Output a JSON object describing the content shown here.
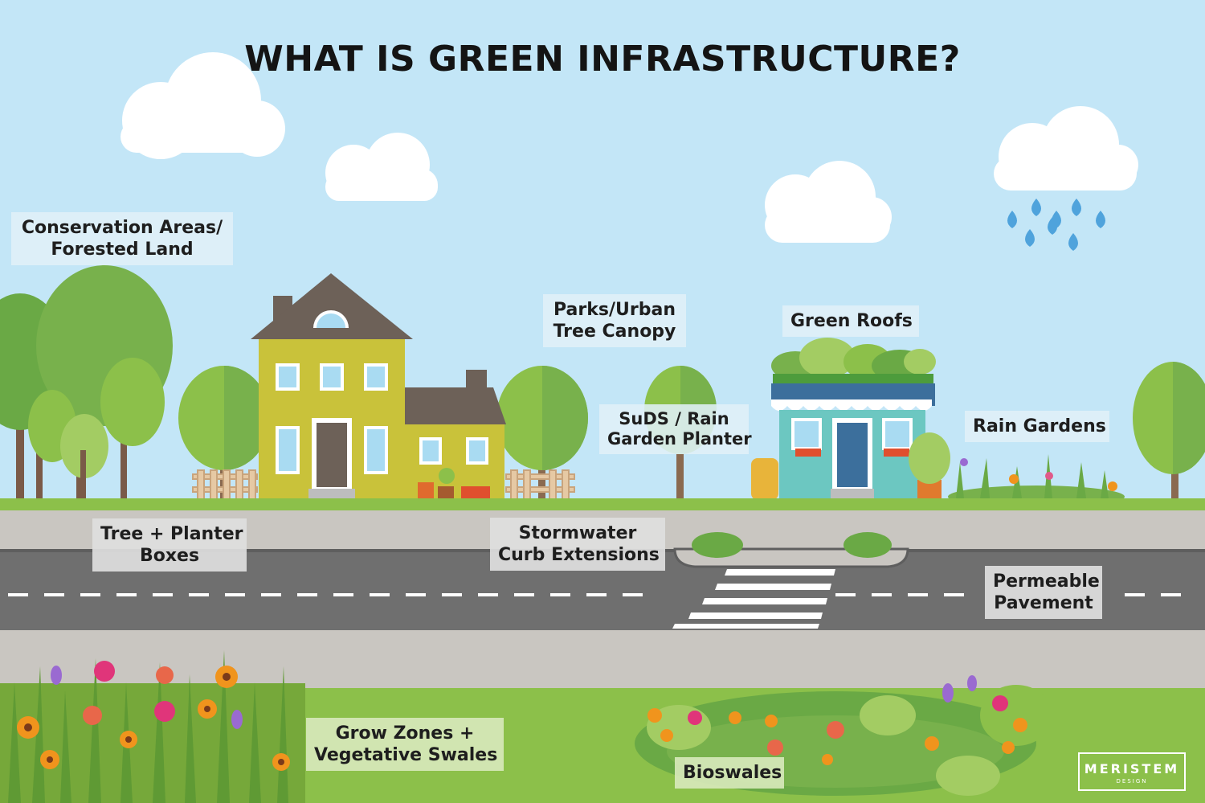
{
  "title": "WHAT IS GREEN INFRASTRUCTURE?",
  "labels": {
    "conservation": [
      "Conservation Areas/",
      "Forested Land"
    ],
    "parks": [
      "Parks/Urban",
      "Tree Canopy"
    ],
    "green_roofs": "Green Roofs",
    "suds": [
      "SuDS / Rain",
      "Garden Planter"
    ],
    "rain_gardens": "Rain Gardens",
    "tree_planter": [
      "Tree + Planter",
      "Boxes"
    ],
    "curb": [
      "Stormwater",
      "Curb Extensions"
    ],
    "permeable": [
      "Permeable",
      "Pavement"
    ],
    "grow_zones": [
      "Grow Zones +",
      "Vegetative Swales"
    ],
    "bioswales": "Bioswales"
  },
  "logo": {
    "name": "MERISTEM",
    "sub": "DESIGN"
  },
  "colors": {
    "sky": "#c3e6f7",
    "grass": "#8cc04a",
    "grass_dark": "#76a83a",
    "road": "#6f6f6f",
    "sidewalk": "#c9c6c1",
    "house": "#c9c23a",
    "roof": "#6d6158",
    "shop": "#6cc7c1",
    "awning": "#3c6f9c",
    "rain": "#4fa3dc"
  }
}
